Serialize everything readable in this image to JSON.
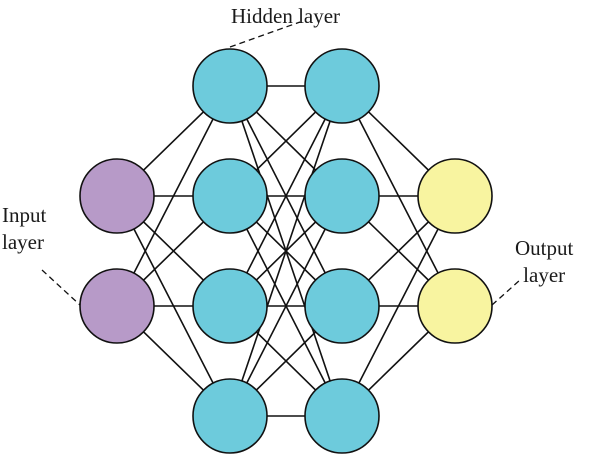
{
  "labels": {
    "hidden": "Hidden layer",
    "input_line1": "Input",
    "input_line2": "layer",
    "output_line1": "Output",
    "output_line2": "layer"
  },
  "colors": {
    "input": "#b79ac8",
    "hidden": "#6dcbdc",
    "output": "#f8f4a0",
    "stroke": "#111111"
  },
  "network": {
    "layers": [
      {
        "name": "input",
        "nodes": 2
      },
      {
        "name": "hidden-1",
        "nodes": 4
      },
      {
        "name": "hidden-2",
        "nodes": 4
      },
      {
        "name": "output",
        "nodes": 2
      }
    ]
  }
}
